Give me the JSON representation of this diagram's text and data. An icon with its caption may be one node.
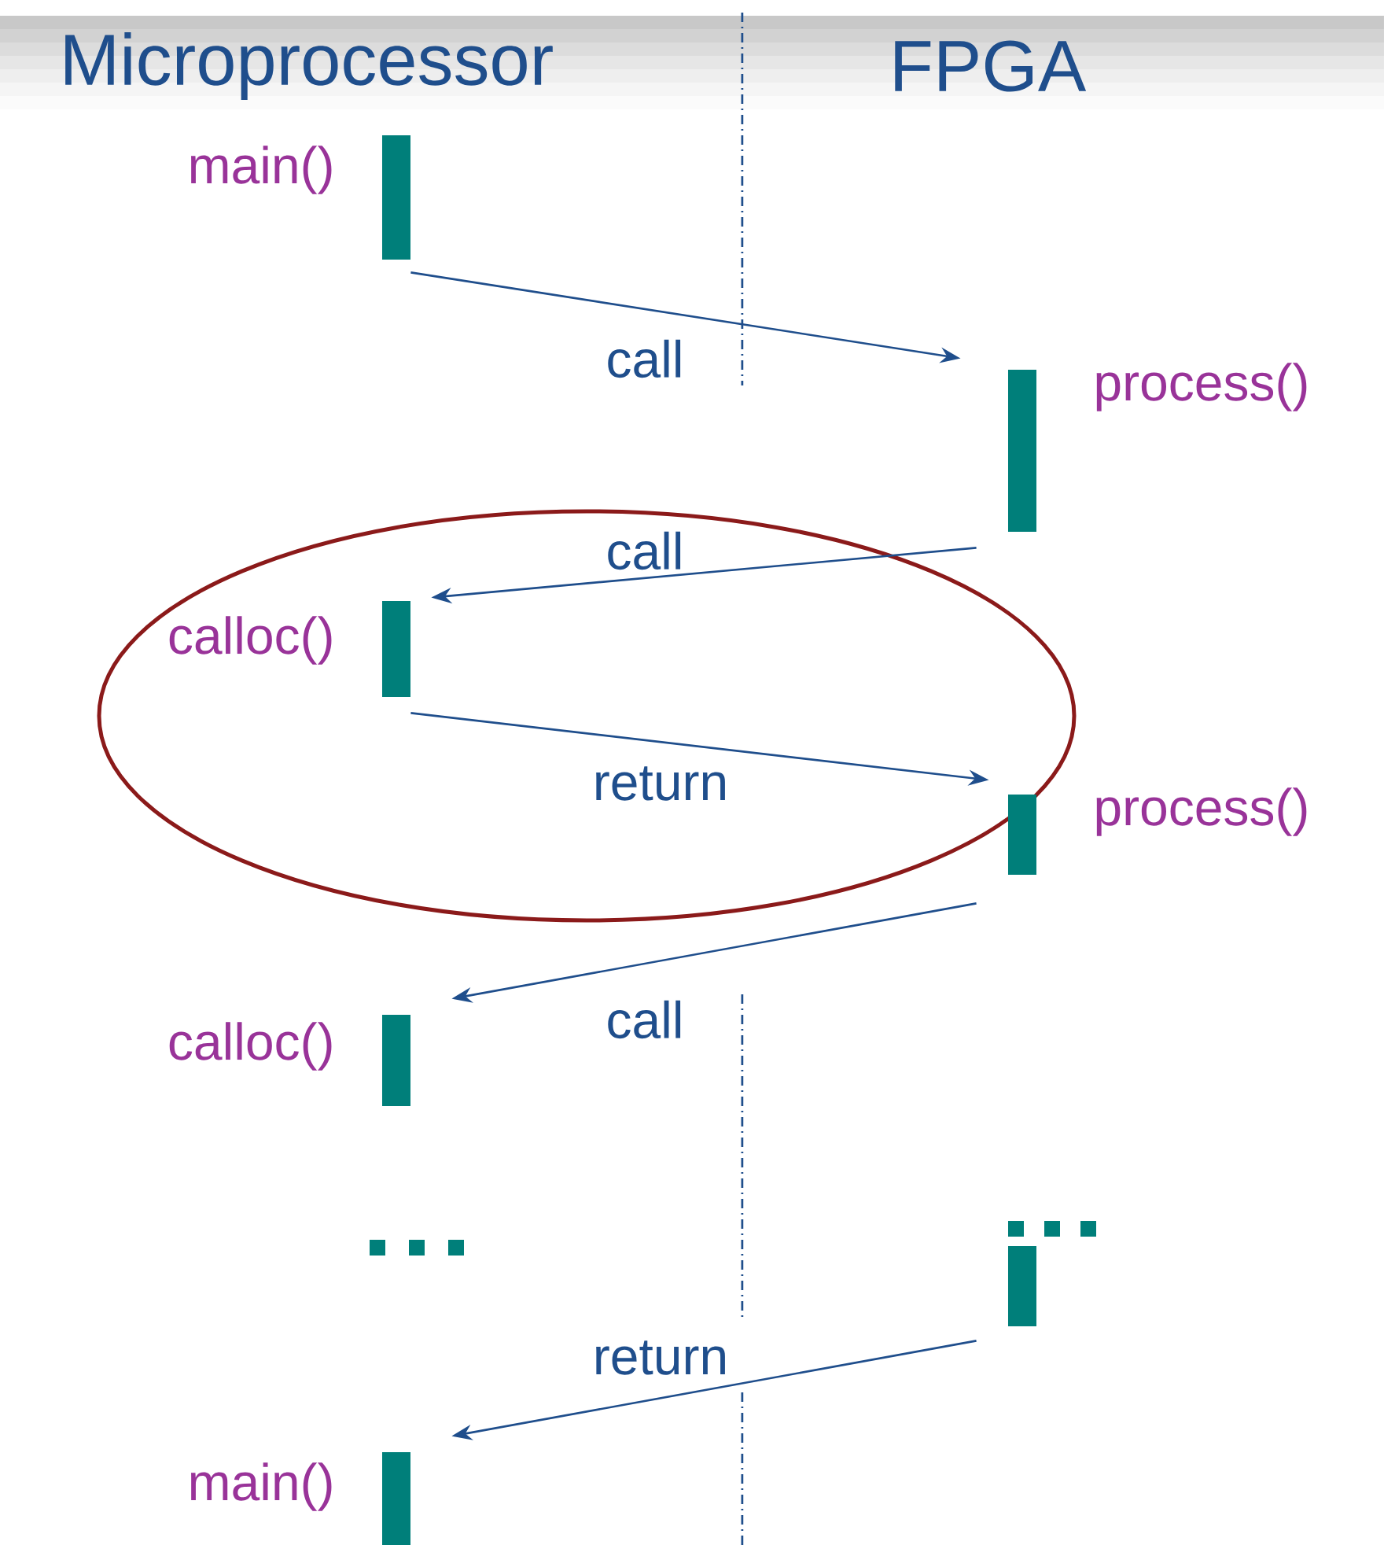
{
  "diagram": {
    "nodes": [
      {
        "text": [],
        "shape": "bar",
        "beside": [
          "main()"
        ]
      },
      {
        "text": [],
        "shape": "bar",
        "beside": [
          "process()"
        ]
      },
      {
        "text": [],
        "shape": "bar",
        "beside": [
          "calloc()"
        ]
      },
      {
        "text": [],
        "shape": "bar",
        "beside": [
          "process()"
        ]
      },
      {
        "text": [],
        "shape": "bar",
        "beside": [
          "calloc()"
        ]
      },
      {
        "text": [],
        "shape": "bar"
      },
      {
        "text": [],
        "shape": "bar",
        "beside": [
          "main()"
        ]
      }
    ],
    "edges": [
      {
        "from": 0,
        "to": 1,
        "arrow": "to",
        "label": "call"
      },
      {
        "from": 1,
        "to": 2,
        "arrow": "to",
        "label": "call"
      },
      {
        "from": 2,
        "to": 3,
        "arrow": "to",
        "label": "return"
      },
      {
        "from": 3,
        "to": 4,
        "arrow": "to",
        "label": "call"
      },
      {
        "from": 5,
        "to": 6,
        "arrow": "to",
        "label": "return"
      }
    ],
    "labels": [
      "Microprocessor",
      "FPGA"
    ]
  }
}
